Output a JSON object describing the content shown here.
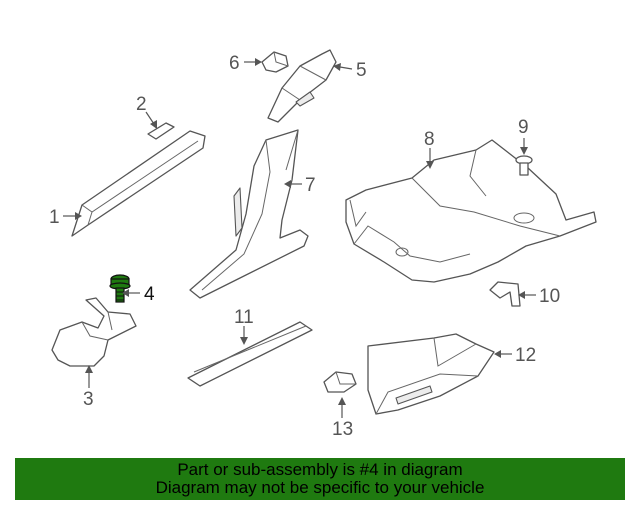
{
  "callouts": {
    "c1": "1",
    "c2": "2",
    "c3": "3",
    "c4": "4",
    "c5": "5",
    "c6": "6",
    "c7": "7",
    "c8": "8",
    "c9": "9",
    "c10": "10",
    "c11": "11",
    "c12": "12",
    "c13": "13"
  },
  "highlight_color": "#1f7a10",
  "highlighted_part": "4",
  "banner": {
    "line1": "Part or sub-assembly is #4 in diagram",
    "line2": "Diagram may not be specific to your vehicle"
  }
}
